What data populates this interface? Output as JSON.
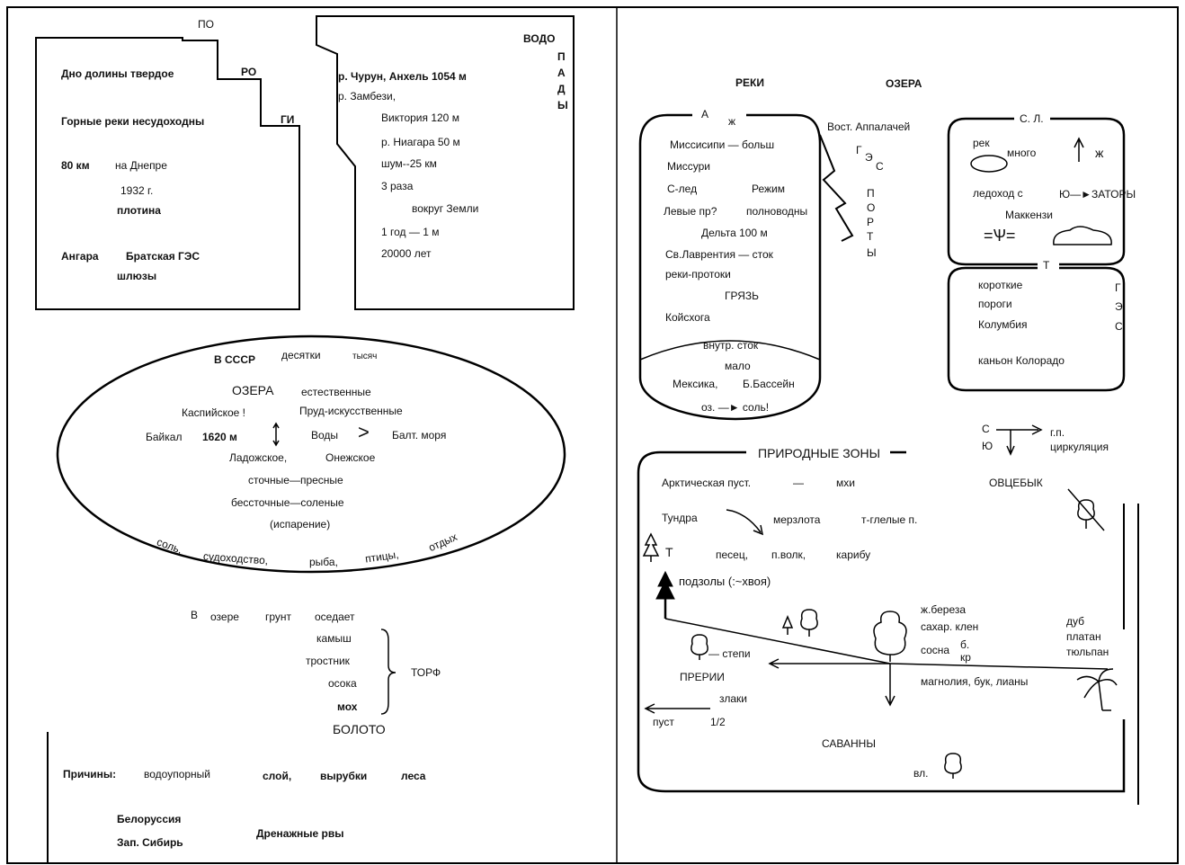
{
  "left": {
    "gorge": {
      "po": "ПО",
      "ro": "РО",
      "gi": "ГИ",
      "bottom": "Дно долины твердое",
      "mountain": "Горные реки несудоходны",
      "km": "80 км",
      "dnieper": "на Днепре",
      "year": "1932 г.",
      "dam": "плотина",
      "angara": "Ангара",
      "bratsk": "Братская ГЭС",
      "locks": "шлюзы"
    },
    "waterfall": {
      "vodo": "ВОДО",
      "vertical": [
        "П",
        "А",
        "Д",
        "Ы"
      ],
      "churun": "р. Чурун, Анхель 1054 м",
      "zambezi": "р. Замбези,",
      "victoria": "Виктория 120 м",
      "niagara": "р. Ниагара 50 м",
      "noise": "шум--25 км",
      "times": "3 раза",
      "around": "вокруг Земли",
      "rate": "1 год — 1 м",
      "years": "20000 лет"
    },
    "lakes": {
      "ussr": "В СССР",
      "tens": "десятки",
      "thousands": "тысяч",
      "title": "ОЗЕРА",
      "natural": "естественные",
      "caspian": "Каспийское !",
      "ponds": "Пруд-искусственные",
      "baikal": "Байкал",
      "depth": "1620 м",
      "waters": "Воды",
      "gt": ">",
      "baltic": "Балт. моря",
      "ladoga": "Ладожское,",
      "onega": "Онежское",
      "drain": "сточные—пресные",
      "nodrain": "бессточные—соленые",
      "evap": "(испарение)",
      "uses": [
        "соль,",
        "судоходство,",
        "рыба,",
        "птицы,",
        "отдых"
      ]
    },
    "peat": {
      "line": [
        "В",
        "озере",
        "грунт",
        "оседает"
      ],
      "items": [
        "камыш",
        "тростник",
        "осока",
        "мох"
      ],
      "torf": "ТОРФ",
      "boloto": "БОЛОТО"
    },
    "causes": {
      "label": "Причины:",
      "aquifer": "водоупорный",
      "layer": "слой,",
      "cut": "вырубки",
      "forest": "леса",
      "belarus": "Белоруссия",
      "siberia": "Зап. Сибирь",
      "drains": "Дренажные рвы"
    }
  },
  "right": {
    "rivers": "РЕКИ",
    "lakes": "ОЗЕРА",
    "america": {
      "a": "А",
      "sym": "ж",
      "miss": "Миссисипи — больш",
      "missouri": "Миссури",
      "ice": "С-лед",
      "regime": "Режим",
      "left": "Левые пр?",
      "full": "полноводны",
      "delta": "Дельта  100 м",
      "lawrence": "Св.Лаврентия — сток",
      "channels": "реки-протоки",
      "mud": "ГРЯЗЬ",
      "koyuk": "Койсхога",
      "inner": "внутр.  сток",
      "little": "мало",
      "mexico": "Мексика,",
      "basin": "Б.Бассейн",
      "salt": "оз. —► соль!"
    },
    "appal": {
      "title": "Вост. Аппалачей",
      "g": "Г",
      "e": "Э",
      "s": "С",
      "ports": [
        "П",
        "О",
        "Р",
        "Т",
        "Ы"
      ]
    },
    "north": {
      "title": "С. Л.",
      "rek": "рек",
      "many": "много",
      "sym": "ж",
      "ice": "ледоход  с",
      "jams": "Ю—►ЗАТОРЫ",
      "mack": "Маккензи",
      "t": "Т",
      "short": "короткие",
      "rapids": "пороги",
      "columbia": "Колумбия",
      "canyon": "каньон  Колорадо",
      "ges": [
        "Г",
        "Э",
        "С"
      ]
    },
    "circ": {
      "s": "С",
      "yu": "Ю",
      "gp": "г.п.",
      "circ": "циркуляция"
    },
    "zones": {
      "title": "ПРИРОДНЫЕ ЗОНЫ",
      "arctic": "Арктическая пуст.",
      "dash": "—",
      "moss": "мхи",
      "ox": "ОВЦЕБЫК",
      "tundra": "Тундра",
      "perma": "мерзлота",
      "warm": "т-глелые  п.",
      "t": "Т",
      "fox": "песец,",
      "wolf": "п.волк,",
      "caribou": "карибу",
      "podzol": "подзолы (:~хвоя)",
      "birch": "ж.береза",
      "maple": "сахар. клен",
      "pine": "сосна",
      "b": "б.",
      "kr": "кр",
      "oak": "дуб",
      "plane": "платан",
      "tulip": "тюльпан",
      "steppe": "— степи",
      "prairie": "ПРЕРИИ",
      "magnolia": "магнолия, бук, лианы",
      "grass": "злаки",
      "desert": "пуст",
      "half": "1/2",
      "savanna": "САВАННЫ",
      "vl": "вл."
    }
  }
}
